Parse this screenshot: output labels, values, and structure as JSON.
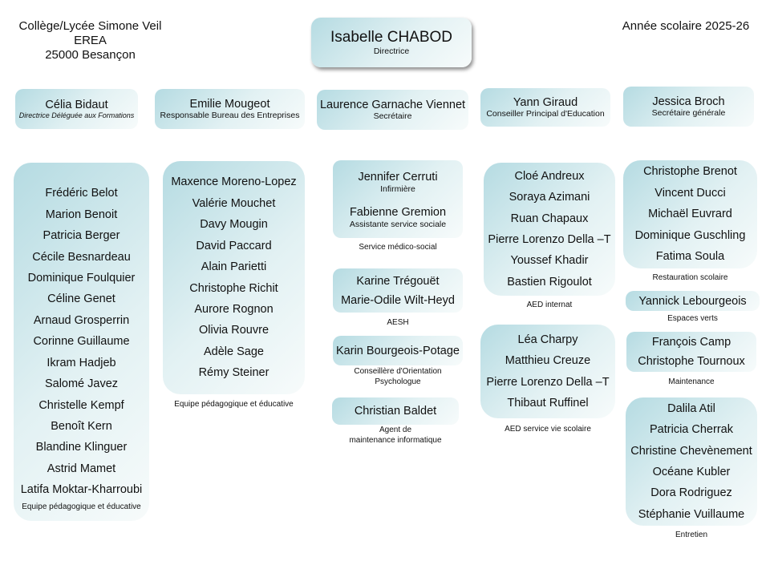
{
  "school": {
    "line1": "Collège/Lycée Simone Veil",
    "line2": "EREA",
    "line3": "25000 Besançon"
  },
  "year": "Année scolaire 2025-26",
  "director": {
    "name": "Isabelle CHABOD",
    "role": "Directrice"
  },
  "managers": [
    {
      "id": "m1",
      "name": "Célia Bidaut",
      "role": "Directrice Déléguée aux Formations",
      "italic": true
    },
    {
      "id": "m2",
      "name": "Emilie Mougeot",
      "role": "Responsable Bureau des Entreprises"
    },
    {
      "id": "m3",
      "name": "Laurence Garnache Viennet",
      "role": "Secrétaire"
    },
    {
      "id": "m4",
      "name": "Yann Giraud",
      "role": "Conseiller Principal d'Education"
    },
    {
      "id": "m5",
      "name": "Jessica Broch",
      "role": "Secrétaire générale"
    }
  ],
  "groups": [
    {
      "id": "g1",
      "kind": "list big",
      "label": "Equipe pédagogique et éducative",
      "members": [
        "Frédéric Belot",
        "Marion Benoit",
        "Patricia Berger",
        "Cécile Besnardeau",
        "Dominique Foulquier",
        "Céline Genet",
        "Arnaud Grosperrin",
        "Corinne Guillaume",
        "Ikram Hadjeb",
        "Salomé Javez",
        "Christelle Kempf",
        "Benoît Kern",
        "Blandine Klinguer",
        "Astrid Mamet",
        "Latifa Moktar-Kharroubi"
      ]
    },
    {
      "id": "g2",
      "kind": "list big",
      "label": "Equipe pédagogique et éducative",
      "members": [
        "Maxence Moreno-Lopez",
        "Valérie Mouchet",
        "Davy Mougin",
        "David Paccard",
        "Alain Parietti",
        "Christophe Richit",
        "Aurore Rognon",
        "Olivia Rouvre",
        "Adèle Sage",
        "Rémy Steiner"
      ]
    },
    {
      "id": "g3",
      "kind": "med",
      "label": "Service médico-social",
      "members": [
        {
          "name": "Jennifer Cerruti",
          "role": "Infirmière"
        },
        {
          "name": "Fabienne Gremion",
          "role": "Assistante service sociale"
        }
      ]
    },
    {
      "id": "g4",
      "kind": "pair",
      "label": "AESH",
      "members": [
        "Karine Trégouët",
        "Marie-Odile Wilt-Heyd"
      ]
    },
    {
      "id": "g5",
      "kind": "pair",
      "label": "Conseillère d'Orientation\nPsychologue",
      "members": [
        "Karin Bourgeois-Potage"
      ]
    },
    {
      "id": "g6",
      "kind": "pair",
      "label": "Agent de\nmaintenance informatique",
      "members": [
        "Christian Baldet"
      ]
    },
    {
      "id": "g7",
      "kind": "list big",
      "label": "AED internat",
      "members": [
        "Cloé Andreux",
        "Soraya Azimani",
        "Ruan Chapaux",
        "Pierre Lorenzo Della –T",
        "Youssef Khadir",
        "Bastien Rigoulot"
      ]
    },
    {
      "id": "g8",
      "kind": "list big",
      "label": "AED service vie scolaire",
      "members": [
        "Léa Charpy",
        "Matthieu Creuze",
        "Pierre Lorenzo Della –T",
        "Thibaut Ruffinel"
      ]
    },
    {
      "id": "g9",
      "kind": "list big",
      "label": "Restauration scolaire",
      "members": [
        "Christophe Brenot",
        "Vincent Ducci",
        "Michaël Euvrard",
        "Dominique Guschling",
        "Fatima Soula"
      ]
    },
    {
      "id": "g10",
      "kind": "pair",
      "label": "Espaces verts",
      "members": [
        "Yannick Lebourgeois"
      ]
    },
    {
      "id": "g11",
      "kind": "pair",
      "label": "Maintenance",
      "members": [
        "François Camp",
        "Christophe Tournoux"
      ]
    },
    {
      "id": "g12",
      "kind": "list big",
      "label": "Entretien",
      "members": [
        "Dalila Atil",
        "Patricia Cherrak",
        "Christine Chevènement",
        "Océane Kubler",
        "Dora Rodriguez",
        "Stéphanie Vuillaume"
      ]
    }
  ]
}
